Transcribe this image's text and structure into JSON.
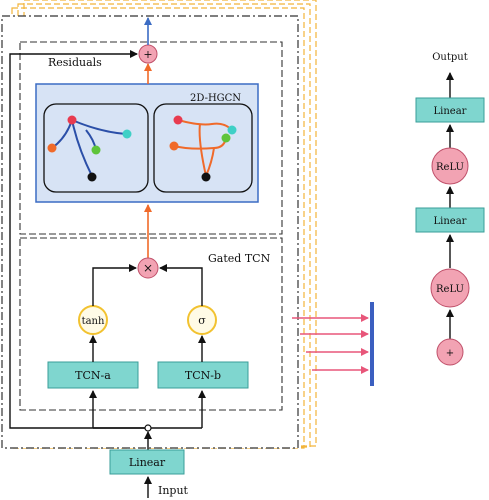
{
  "labels": {
    "residuals": "Residuals",
    "hgcn": "2D-HGCN",
    "gated_tcn": "Gated TCN",
    "tanh": "tanh",
    "sigma": "σ",
    "tcn_a": "TCN-a",
    "tcn_b": "TCN-b",
    "linear_in": "Linear",
    "input": "Input",
    "output": "Output",
    "linear_top": "Linear",
    "relu_top": "ReLU",
    "linear_mid": "Linear",
    "relu_bottom": "ReLU",
    "plus_add": "+",
    "plus_residual": "+",
    "times": "×"
  },
  "colors": {
    "teal_box": "#7fd6cf",
    "pink_circle": "#f2a3b3",
    "yellow_circle": "#f2c230",
    "blue_panel": "#d7e3f5",
    "blue_border": "#3b6cc4",
    "orange_arrow": "#f06a2a",
    "pink_arrow": "#e8567a",
    "blue_bar": "#3b5fc0",
    "yellow_dash": "#f2b53a"
  }
}
